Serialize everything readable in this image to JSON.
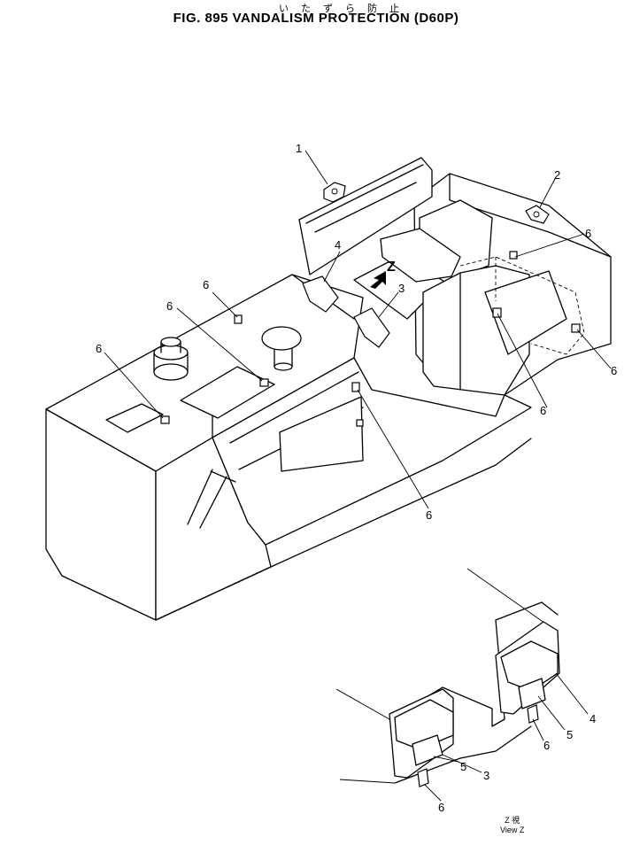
{
  "header": {
    "japanese_title": "いたずら防止",
    "title": "FIG. 895  VANDALISM  PROTECTION  (D60P)"
  },
  "main_view": {
    "arrow_label": "Z",
    "callouts": [
      "1",
      "2",
      "3",
      "4",
      "6",
      "6",
      "6",
      "6",
      "6",
      "6",
      "6"
    ]
  },
  "detail_view": {
    "callouts": [
      "4",
      "5",
      "6",
      "3",
      "5",
      "6"
    ],
    "view_label_line1": "Z  視",
    "view_label_line2": "View Z"
  }
}
